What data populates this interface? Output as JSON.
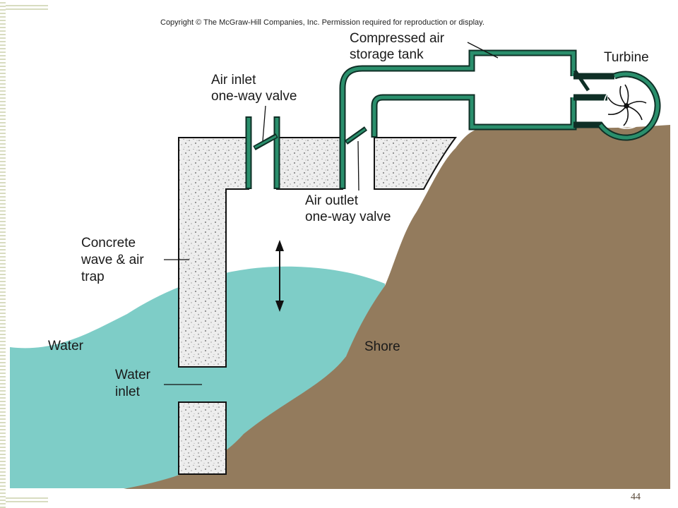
{
  "copyright": "Copyright © The McGraw-Hill Companies, Inc. Permission required for reproduction or display.",
  "labels": {
    "compressed_air_line1": "Compressed air",
    "compressed_air_line2": "storage tank",
    "turbine": "Turbine",
    "air_inlet_line1": "Air inlet",
    "air_inlet_line2": "one-way valve",
    "air_outlet_line1": "Air outlet",
    "air_outlet_line2": "one-way valve",
    "concrete_line1": "Concrete",
    "concrete_line2": "wave & air",
    "concrete_line3": "trap",
    "water": "Water",
    "water_inlet_line1": "Water",
    "water_inlet_line2": "inlet",
    "shore": "Shore"
  },
  "page_number": "44",
  "colors": {
    "water": "#7ecdc7",
    "shore": "#937b5d",
    "pipe_outline": "#0f2f26",
    "pipe_fill": "#2a8f6c",
    "concrete": "#ececec"
  }
}
